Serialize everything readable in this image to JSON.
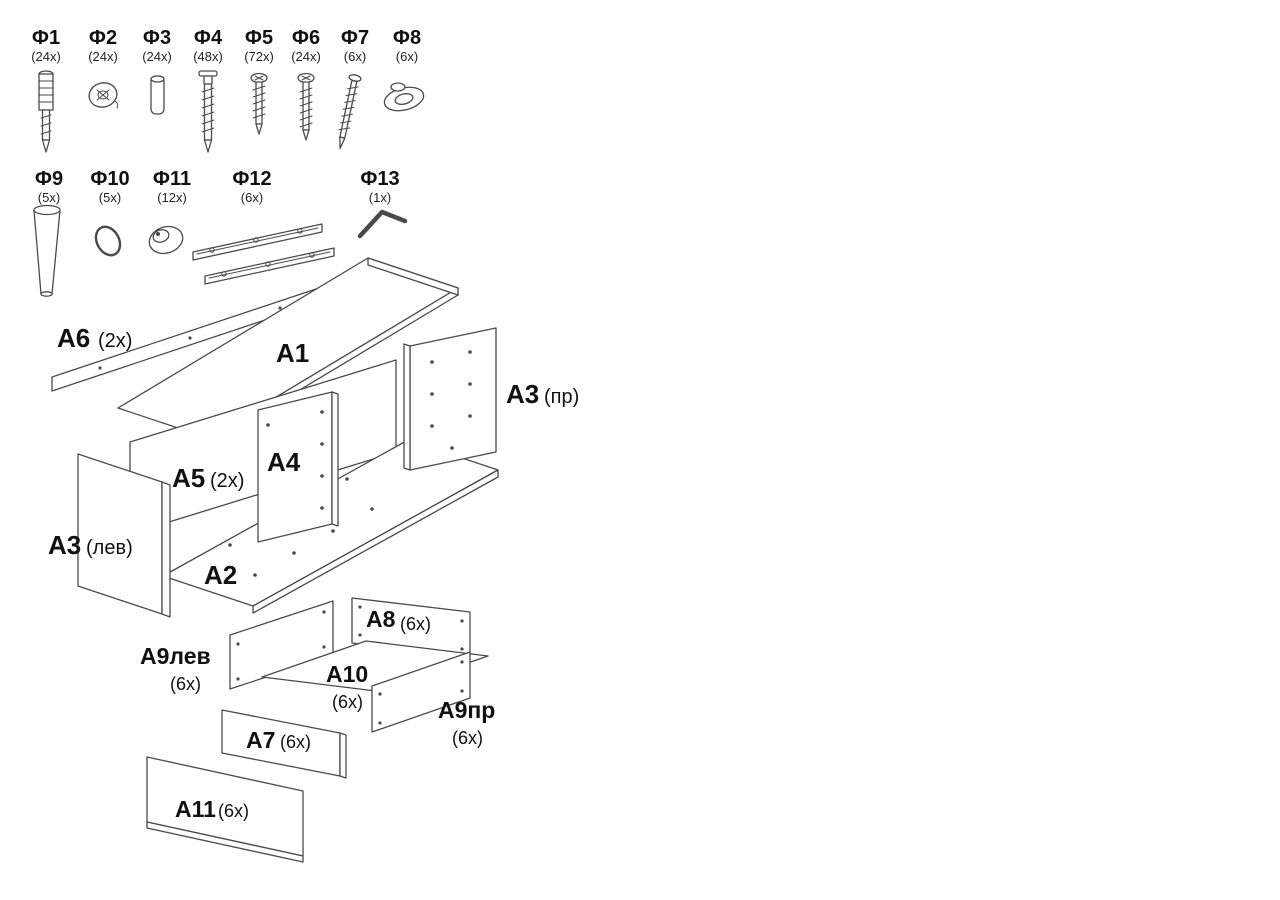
{
  "colors": {
    "line": "#4a4a4a",
    "text": "#111111",
    "background": "#ffffff"
  },
  "hardware": {
    "items": [
      {
        "id": "Ф1",
        "qty": "(24x)",
        "icon": "euro-dowel"
      },
      {
        "id": "Ф2",
        "qty": "(24x)",
        "icon": "cam-lock"
      },
      {
        "id": "Ф3",
        "qty": "(24x)",
        "icon": "wood-dowel"
      },
      {
        "id": "Ф4",
        "qty": "(48x)",
        "icon": "confirmat-screw"
      },
      {
        "id": "Ф5",
        "qty": "(72x)",
        "icon": "screw-small"
      },
      {
        "id": "Ф6",
        "qty": "(24x)",
        "icon": "screw-medium"
      },
      {
        "id": "Ф7",
        "qty": "(6x)",
        "icon": "screw-long"
      },
      {
        "id": "Ф8",
        "qty": "(6x)",
        "icon": "foot-pad"
      },
      {
        "id": "Ф9",
        "qty": "(5x)",
        "icon": "furniture-leg"
      },
      {
        "id": "Ф10",
        "qty": "(5x)",
        "icon": "oval-washer"
      },
      {
        "id": "Ф11",
        "qty": "(12x)",
        "icon": "knob"
      },
      {
        "id": "Ф12",
        "qty": "(6x)",
        "icon": "drawer-slide"
      },
      {
        "id": "Ф13",
        "qty": "(1x)",
        "icon": "hex-key"
      }
    ]
  },
  "panels": {
    "a6": {
      "id": "A6",
      "qty": "(2x)"
    },
    "a1": {
      "id": "A1",
      "qty": ""
    },
    "a3_right": {
      "id": "A3",
      "qty": "(пр)"
    },
    "a5": {
      "id": "A5",
      "qty": "(2x)"
    },
    "a4": {
      "id": "A4",
      "qty": ""
    },
    "a3_left": {
      "id": "A3",
      "qty": "(лев)"
    },
    "a2": {
      "id": "A2",
      "qty": ""
    },
    "a8": {
      "id": "A8",
      "qty": "(6x)"
    },
    "a9_left": {
      "id": "A9лев",
      "qty": "(6x)"
    },
    "a10": {
      "id": "A10",
      "qty": "(6x)"
    },
    "a9_right": {
      "id": "A9пр",
      "qty": "(6x)"
    },
    "a7": {
      "id": "A7",
      "qty": "(6x)"
    },
    "a11": {
      "id": "A11",
      "qty": "(6x)"
    }
  }
}
